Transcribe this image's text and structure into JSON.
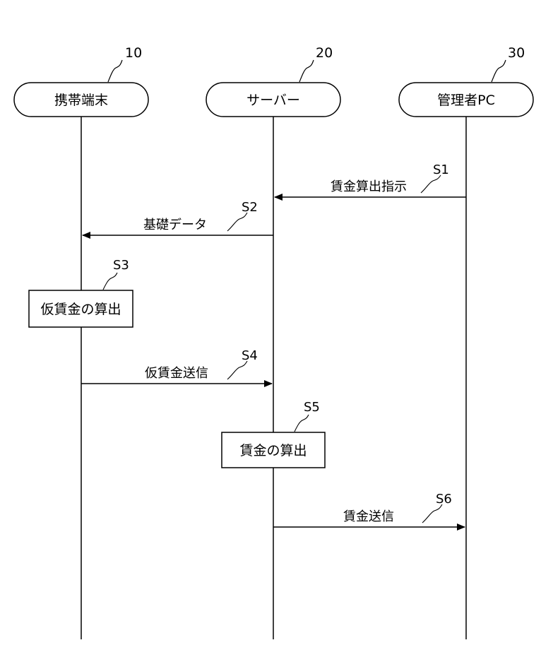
{
  "actors": [
    {
      "ref": "10",
      "label": "携帯端末"
    },
    {
      "ref": "20",
      "label": "サーバー"
    },
    {
      "ref": "30",
      "label": "管理者PC"
    }
  ],
  "messages": [
    {
      "step": "S1",
      "label": "賃金算出指示",
      "from": "管理者PC",
      "to": "サーバー"
    },
    {
      "step": "S2",
      "label": "基礎データ",
      "from": "サーバー",
      "to": "携帯端末"
    },
    {
      "step": "S4",
      "label": "仮賃金送信",
      "from": "携帯端末",
      "to": "サーバー"
    },
    {
      "step": "S6",
      "label": "賃金送信",
      "from": "サーバー",
      "to": "管理者PC"
    }
  ],
  "processes": [
    {
      "step": "S3",
      "label": "仮賃金の算出",
      "actor": "携帯端末"
    },
    {
      "step": "S5",
      "label": "賃金の算出",
      "actor": "サーバー"
    }
  ]
}
